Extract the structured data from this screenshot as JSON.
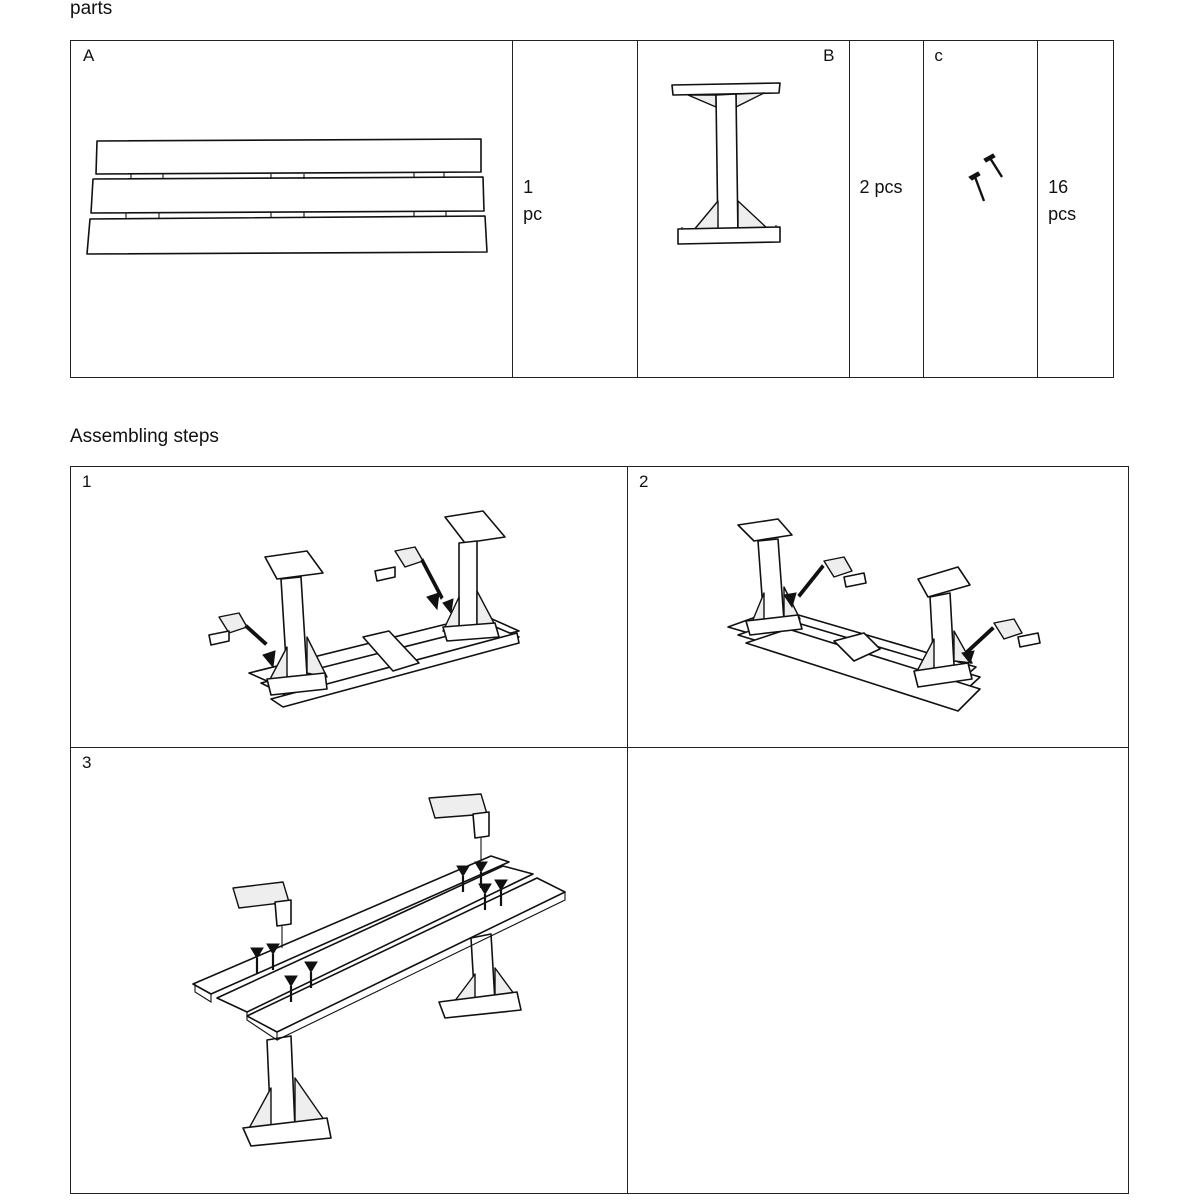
{
  "headings": {
    "parts": "parts",
    "steps": "Assembling steps"
  },
  "parts": [
    {
      "label": "A",
      "quantity_line1": "1",
      "quantity_line2": "pc"
    },
    {
      "label": "B",
      "quantity_line1": "2 pcs",
      "quantity_line2": ""
    },
    {
      "label": "c",
      "quantity_line1": "16",
      "quantity_line2": "pcs"
    }
  ],
  "steps": [
    {
      "number": "1"
    },
    {
      "number": "2"
    },
    {
      "number": "3"
    },
    {
      "number": ""
    }
  ],
  "icons": {
    "part_a": "bench-seat-planks",
    "part_b": "leg-frame",
    "part_c": "screws",
    "tool": "cordless-drill"
  }
}
